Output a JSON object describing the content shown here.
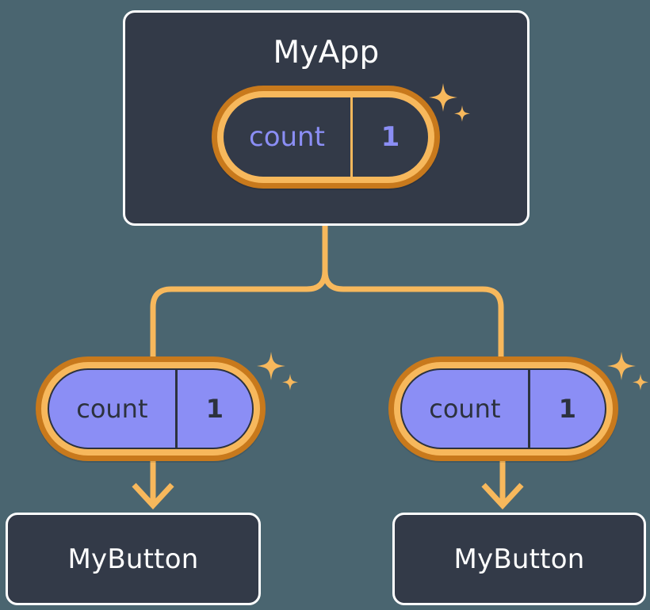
{
  "diagram": {
    "title_semantic": "react-state-propagation-tree",
    "background_color": "#4a6570",
    "accent_color": "#f7b85c",
    "accent_dark_color": "#c8791c",
    "card_fill_color": "#333a48",
    "state_value_color": "#8b8ef5"
  },
  "root": {
    "label": "MyApp",
    "state": {
      "key": "count",
      "value": "1"
    },
    "sparkle": "sparkle-icon"
  },
  "children": [
    {
      "state": {
        "key": "count",
        "value": "1"
      },
      "sparkle": "sparkle-icon",
      "component": {
        "label": "MyButton"
      }
    },
    {
      "state": {
        "key": "count",
        "value": "1"
      },
      "sparkle": "sparkle-icon",
      "component": {
        "label": "MyButton"
      }
    }
  ]
}
